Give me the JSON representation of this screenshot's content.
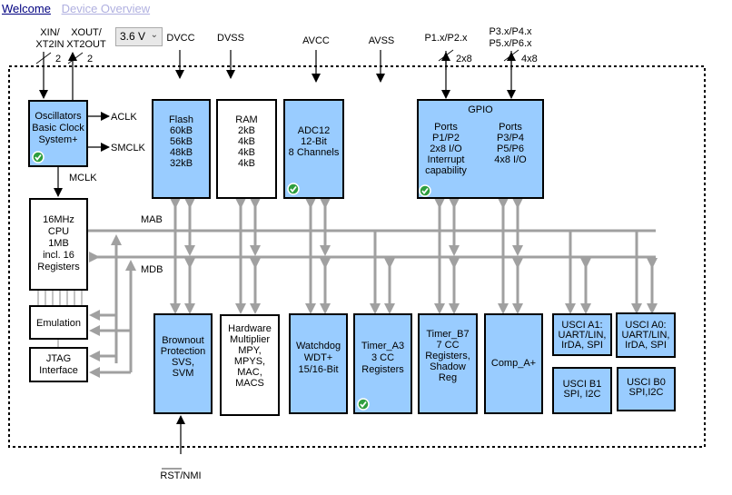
{
  "nav": {
    "welcome": "Welcome",
    "device_overview": "Device Overview"
  },
  "voltage_select": {
    "value": "3.6 V"
  },
  "pins": {
    "xin": [
      "XIN/",
      "XT2IN"
    ],
    "xout": [
      "XOUT/",
      "XT2OUT"
    ],
    "xin_count": "2",
    "xout_count": "2",
    "dvcc": "DVCC",
    "dvss": "DVSS",
    "avcc": "AVCC",
    "avss": "AVSS",
    "p12": [
      "P1.x/P2.x"
    ],
    "p36": [
      "P3.x/P4.x",
      "P5.x/P6.x"
    ],
    "p12_count": "2x8",
    "p36_count": "4x8",
    "rst": "RST/NMI"
  },
  "signals": {
    "aclk": "ACLK",
    "smclk": "SMCLK",
    "mclk": "MCLK",
    "mab": "MAB",
    "mdb": "MDB"
  },
  "blocks": {
    "osc": [
      "Oscillators",
      "Basic Clock",
      "System+"
    ],
    "flash": [
      "Flash",
      "",
      "60kB",
      "56kB",
      "48kB",
      "32kB"
    ],
    "ram": [
      "RAM",
      "",
      "2kB",
      "4kB",
      "4kB",
      "4kB"
    ],
    "adc": [
      "ADC12",
      "12-Bit",
      "",
      "8 Channels"
    ],
    "gpio_title": [
      "GPIO"
    ],
    "gpio_left": [
      "Ports",
      "P1/P2",
      "",
      "2x8 I/O",
      "Interrupt",
      "capability"
    ],
    "gpio_right": [
      "Ports",
      "P3/P4",
      "P5/P6",
      "",
      "4x8 I/O"
    ],
    "cpu": [
      "16MHz",
      "CPU",
      "1MB",
      "incl. 16",
      "Registers"
    ],
    "emu": [
      "Emulation"
    ],
    "jtag": [
      "JTAG",
      "Interface"
    ],
    "brownout": [
      "Brownout",
      "Protection",
      "",
      "SVS,",
      "SVM"
    ],
    "mpy": [
      "Hardware",
      "Multiplier",
      "",
      "MPY,",
      "MPYS,",
      "MAC,",
      "MACS"
    ],
    "wdt": [
      "Watchdog",
      "WDT+",
      "",
      "15/16-Bit"
    ],
    "ta3": [
      "Timer_A3",
      "",
      "3 CC",
      "Registers"
    ],
    "tb7": [
      "Timer_B7",
      "",
      "7 CC",
      "Registers,",
      "Shadow",
      "Reg"
    ],
    "comp": [
      "Comp_A+"
    ],
    "a1": [
      "USCI A1:",
      "UART/LIN,",
      "IrDA, SPI"
    ],
    "a0": [
      "USCI A0:",
      "UART/LIN,",
      "IrDA, SPI"
    ],
    "b1": [
      "USCI B1",
      "SPI, I2C"
    ],
    "b0": [
      "USCI B0",
      "SPI,I2C"
    ]
  },
  "colors": {
    "module_fill": "#99ccff",
    "bus": "#a0a0a0",
    "check": "#2e9e3e"
  },
  "icons": {
    "verified": "check-circle-icon"
  }
}
